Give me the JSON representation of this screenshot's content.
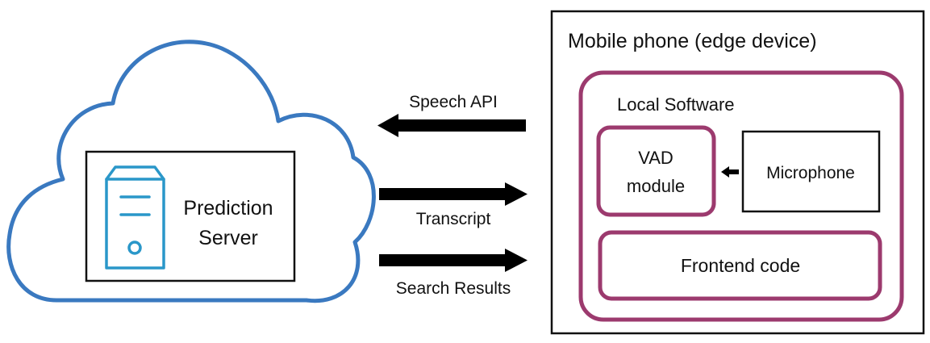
{
  "cloud": {
    "server_label_line1": "Prediction",
    "server_label_line2": "Server"
  },
  "arrows": {
    "speech_api": "Speech API",
    "transcript": "Transcript",
    "search_results": "Search Results"
  },
  "device": {
    "title": "Mobile phone (edge device)",
    "local_software": {
      "title": "Local Software",
      "vad_line1": "VAD",
      "vad_line2": "module",
      "microphone": "Microphone",
      "frontend": "Frontend code"
    }
  },
  "colors": {
    "cloud_outline": "#3a79c0",
    "server_icon": "#2a97c9",
    "local_software_border": "#9c3a6e",
    "arrow": "#000000"
  }
}
